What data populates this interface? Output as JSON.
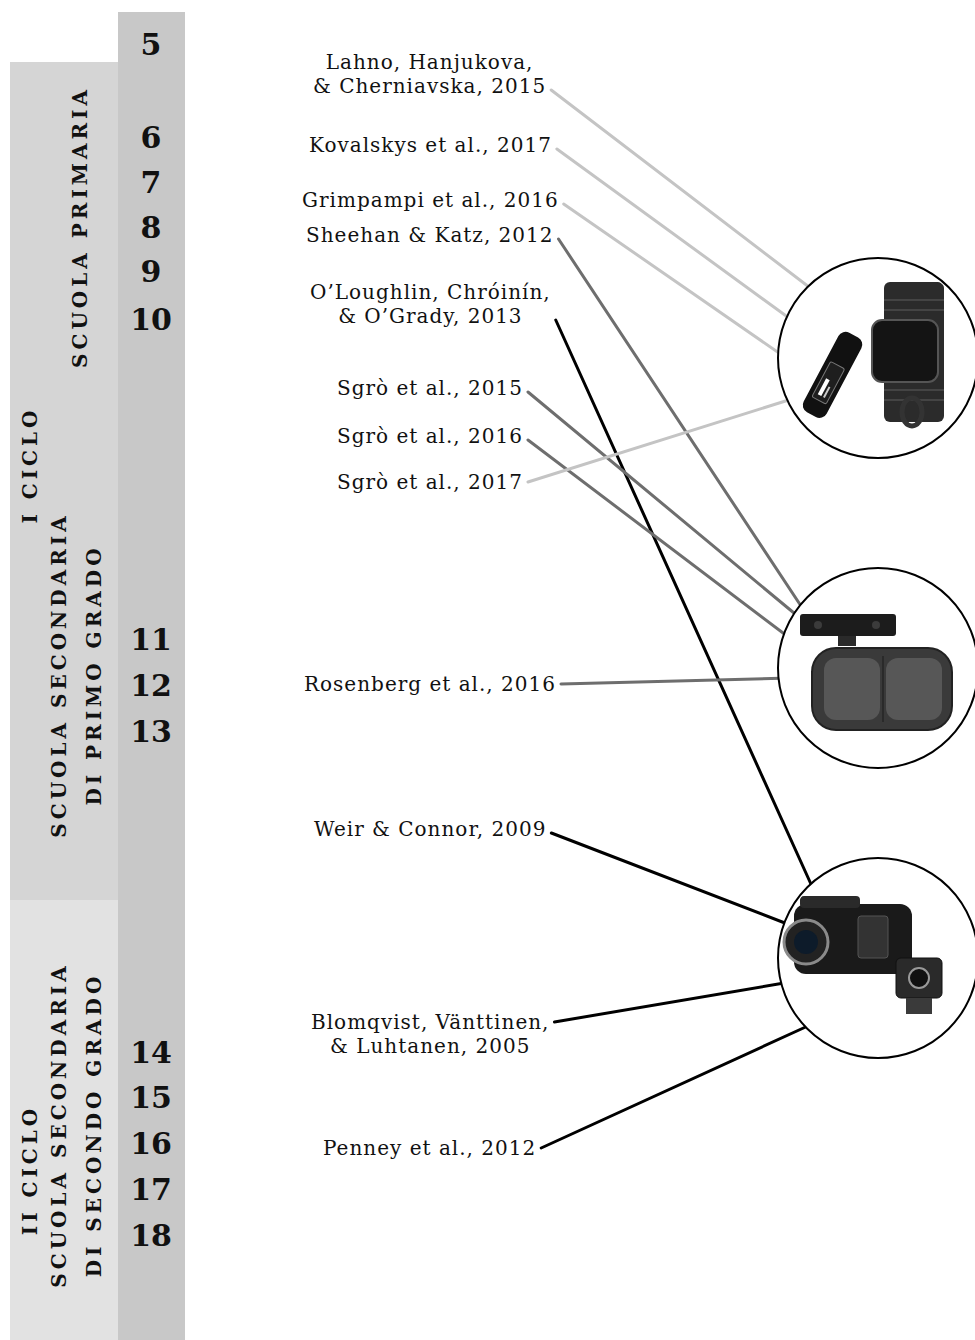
{
  "diagram": {
    "nodes": [
      {
        "text": [
          "I CICLO",
          "SCUOLA PRIMARIA",
          "SCUOLA SECONDARIA DI PRIMO GRADO"
        ]
      },
      {
        "text": [
          "II CICLO",
          "SCUOLA SECONDARIA DI SECONDO GRADO"
        ]
      },
      {
        "text": [
          "5",
          "6",
          "7",
          "8",
          "9",
          "10",
          "11",
          "12",
          "13",
          "14",
          "15",
          "16",
          "17",
          "18"
        ]
      }
    ],
    "labels": [
      "Lahno, Hanjukova, & Cherniavska, 2015",
      "Kovalskys et al., 2017",
      "Grimpampi et al., 2016",
      "Sheehan & Katz, 2012",
      "O’Loughlin, Chróinín, & O’Grady, 2013",
      "Sgrò et al., 2015",
      "Sgrò et al., 2016",
      "Sgrò et al., 2017",
      "Rosenberg et al., 2016",
      "Weir & Connor, 2009",
      "Blomqvist, Vänttinen, & Luhtanen, 2005",
      "Penney et al., 2012"
    ]
  }
}
